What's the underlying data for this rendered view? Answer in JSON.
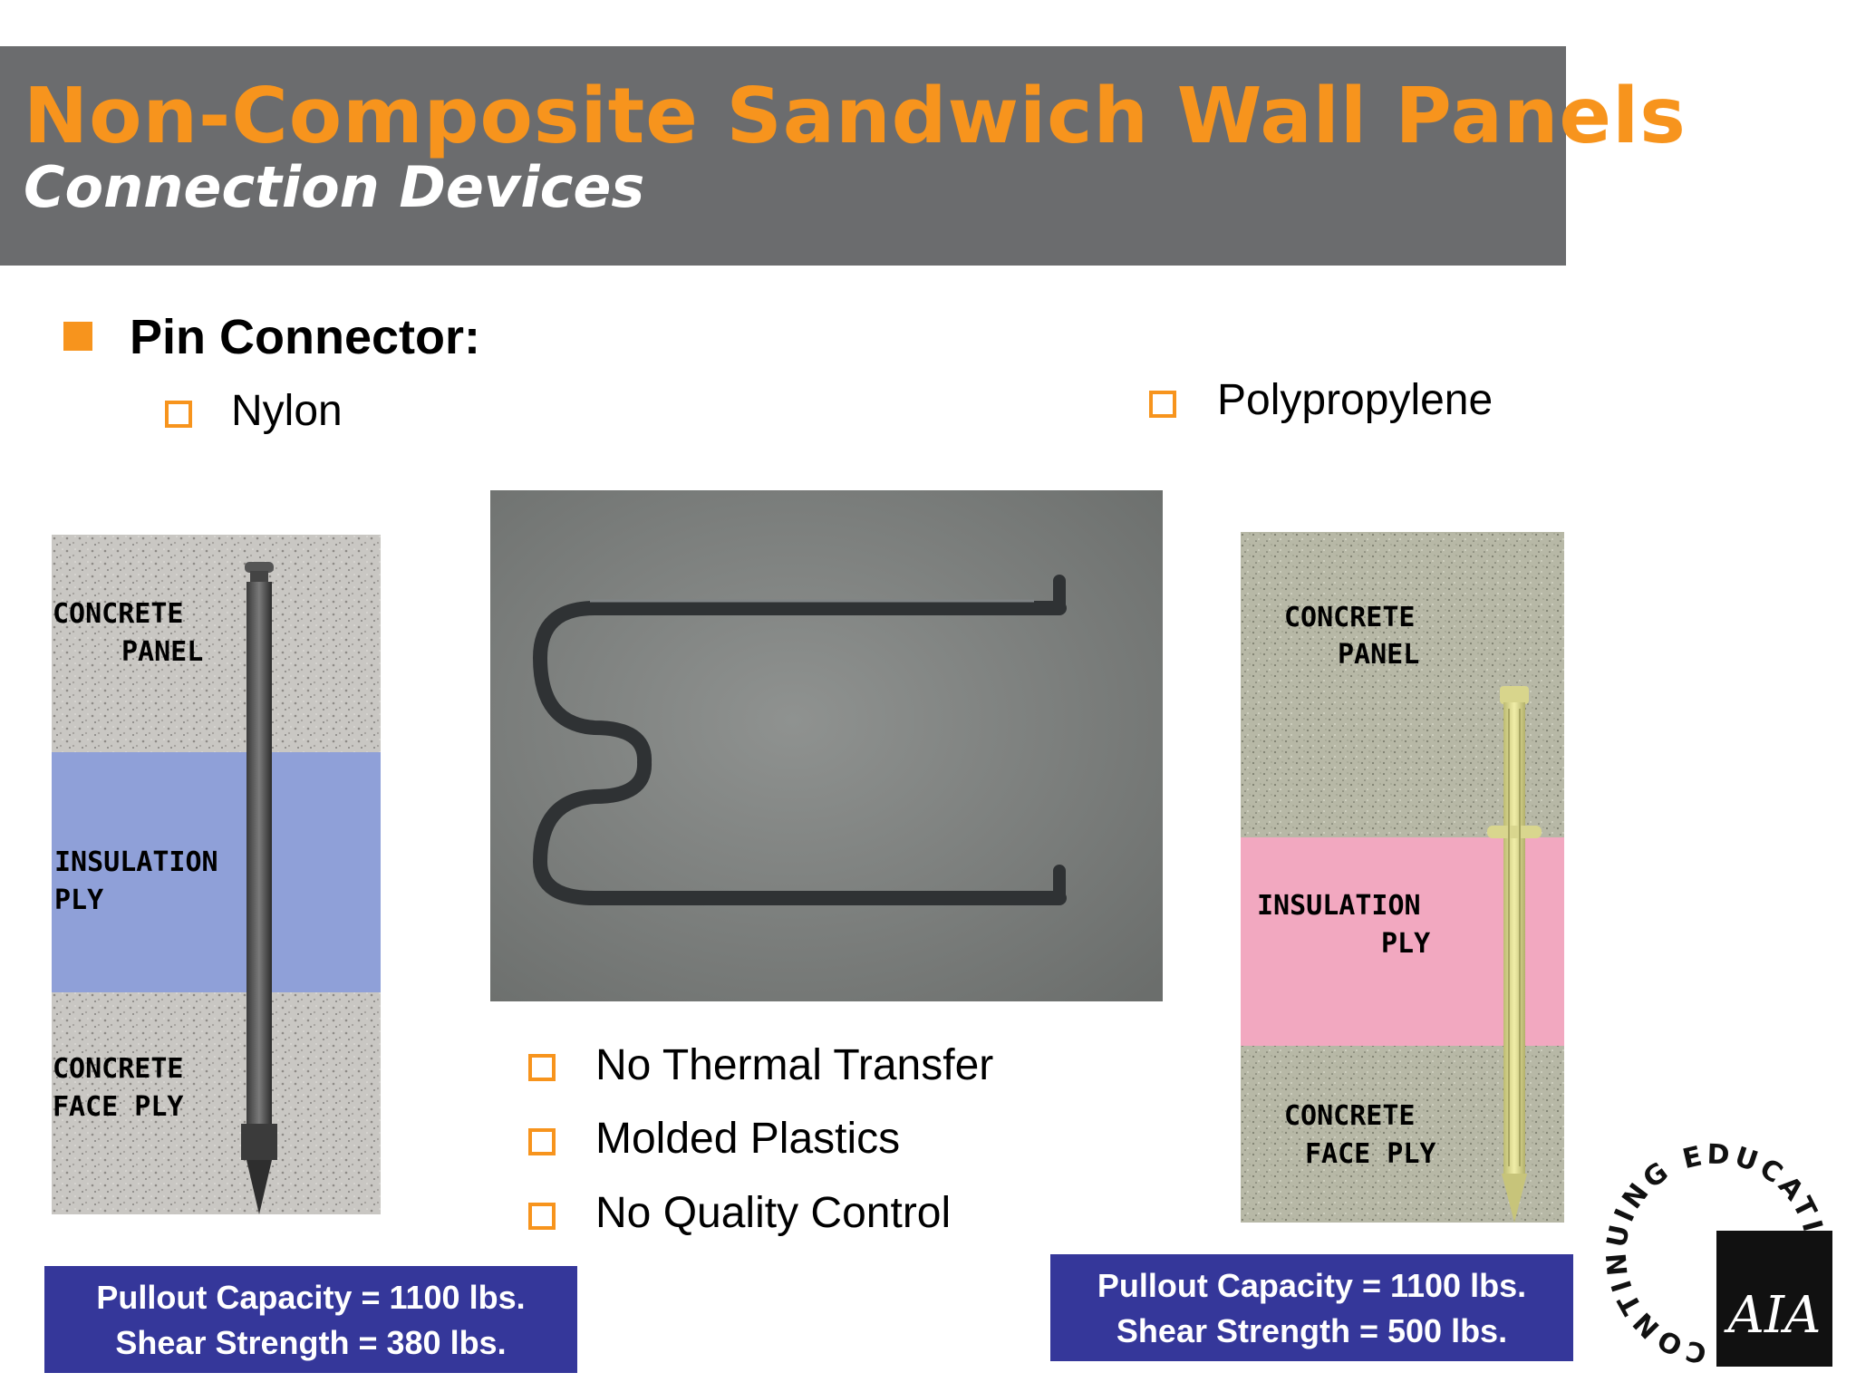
{
  "header": {
    "title": "Non-Composite Sandwich Wall Panels",
    "subtitle": "Connection Devices"
  },
  "main": {
    "heading": "Pin Connector:",
    "sub_left": "Nylon",
    "sub_right": "Polypropylene",
    "features": [
      "No Thermal Transfer",
      "Molded Plastics",
      "No Quality Control"
    ]
  },
  "left_figure": {
    "labels": [
      "CONCRETE",
      "PANEL",
      "INSULATION",
      "PLY",
      "CONCRETE",
      "FACE PLY"
    ]
  },
  "right_figure": {
    "labels": [
      "CONCRETE",
      "PANEL",
      "INSULATION",
      "PLY",
      "CONCRETE",
      "FACE PLY"
    ]
  },
  "left_specs": [
    "Pullout Capacity  = 1100 lbs.",
    "Shear Strength = 380 lbs."
  ],
  "right_specs": [
    "Pullout Capacity = 1100 lbs.",
    "Shear Strength = 500 lbs."
  ],
  "logo": {
    "text": "CONTINUING EDUCATION",
    "mark": "AIA"
  },
  "colors": {
    "accent": "#f7941d",
    "header_bg": "#6b6c6e",
    "spec_box": "#35379a",
    "insulation_left": "#8fa0d8",
    "insulation_right": "#f2a8c0"
  }
}
